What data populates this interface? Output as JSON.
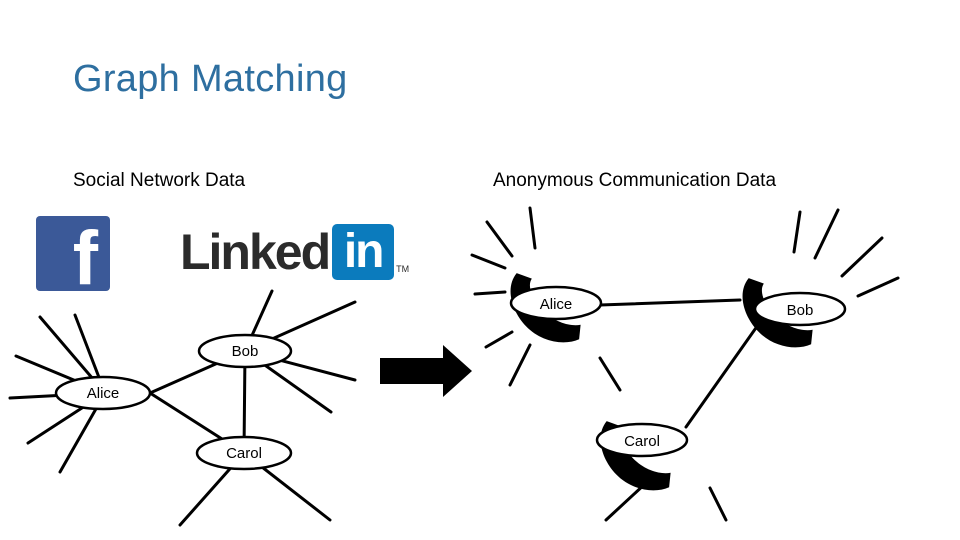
{
  "slide": {
    "title": "Graph Matching"
  },
  "left_panel": {
    "heading": "Social Network Data",
    "logos": {
      "facebook": {
        "glyph": "f",
        "color": "#3b5998"
      },
      "linkedin": {
        "word": "Linked",
        "box": "in",
        "trademark": "TM",
        "color": "#0b7bbd"
      }
    },
    "nodes": [
      "Bob",
      "Alice",
      "Carol"
    ]
  },
  "right_panel": {
    "heading": "Anonymous Communication Data",
    "nodes": [
      "Alice",
      "Bob",
      "Carol"
    ]
  },
  "arrow": {
    "direction": "right",
    "color": "#000000"
  }
}
